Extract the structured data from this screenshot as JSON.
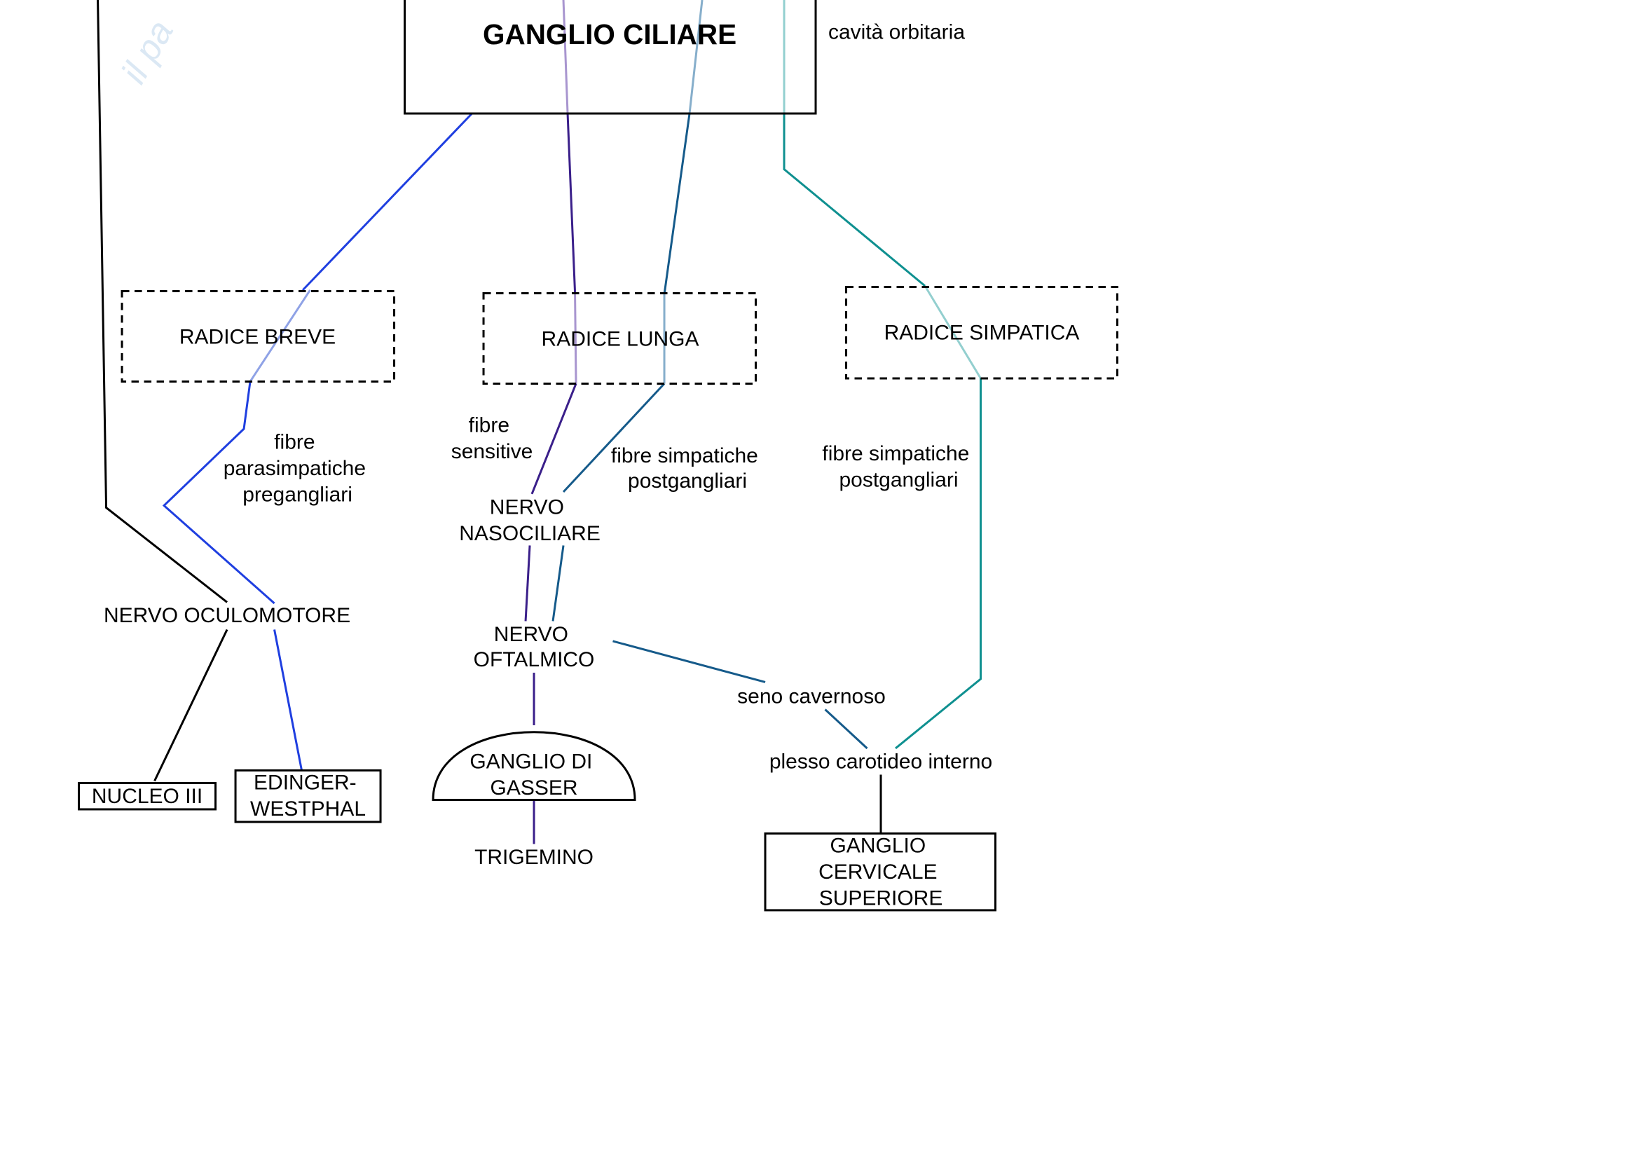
{
  "watermark": "il pa",
  "colors": {
    "parasympathetic": "#1f3fe0",
    "parasympathetic_light": "#8fa2e6",
    "sensory": "#3a1f8a",
    "sensory_light": "#a895cf",
    "sympathetic_long": "#155a8a",
    "sympathetic_long_light": "#86aecb",
    "sympathetic_root": "#0f9090",
    "sympathetic_root_light": "#93cfcf",
    "motor": "#000000"
  },
  "nodes": {
    "ganglio_ciliare": "GANGLIO CILIARE",
    "cavita_orbitaria": "cavità orbitaria",
    "radice_breve": "RADICE BREVE",
    "radice_lunga": "RADICE LUNGA",
    "radice_simpatica": "RADICE SIMPATICA",
    "nervo_nasociliare": [
      "NERVO",
      "NASOCILIARE"
    ],
    "nervo_oculomotore": "NERVO OCULOMOTORE",
    "nervo_oftalmico": [
      "NERVO",
      "OFTALMICO"
    ],
    "seno_cavernoso": "seno cavernoso",
    "plesso_carotideo": "plesso carotideo interno",
    "ganglio_gasser": [
      "GANGLIO DI",
      "GASSER"
    ],
    "trigemino": "TRIGEMINO",
    "nucleo_iii": "NUCLEO III",
    "edinger_westphal": [
      "EDINGER-",
      "WESTPHAL"
    ],
    "ganglio_cervicale": [
      "GANGLIO",
      "CERVICALE",
      "SUPERIORE"
    ]
  },
  "labels": {
    "fibre_parasimpatiche": [
      "fibre",
      "parasimpatiche",
      "pregangliari"
    ],
    "fibre_sensitive": [
      "fibre",
      "sensitive"
    ],
    "fibre_simpatiche_1": [
      "fibre simpatiche",
      "postgangliari"
    ],
    "fibre_simpatiche_2": [
      "fibre simpatiche",
      "postgangliari"
    ]
  }
}
